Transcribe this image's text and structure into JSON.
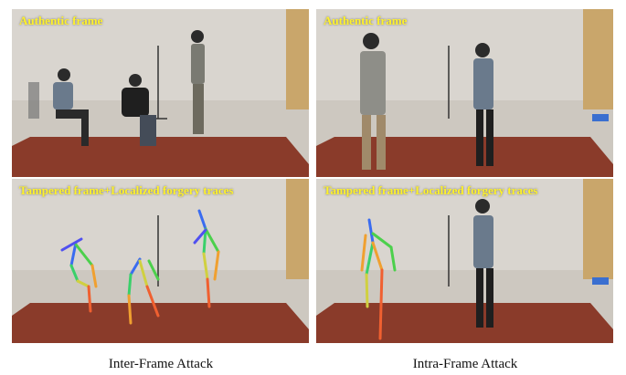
{
  "figure": {
    "left_column": {
      "caption": "Inter-Frame Attack",
      "top_panel": {
        "label": "Authentic frame"
      },
      "bottom_panel": {
        "label": "Tampered frame+Localized forgery traces"
      }
    },
    "right_column": {
      "caption": "Intra-Frame Attack",
      "top_panel": {
        "label": "Authentic frame"
      },
      "bottom_panel": {
        "label": "Tampered frame+Localized forgery traces"
      }
    }
  },
  "colors": {
    "label_text": "#fff22a",
    "wall": "#d8d4ce",
    "floor": "#cfcac2",
    "rug": "#8a3b2a",
    "door": "#c9a66b"
  }
}
